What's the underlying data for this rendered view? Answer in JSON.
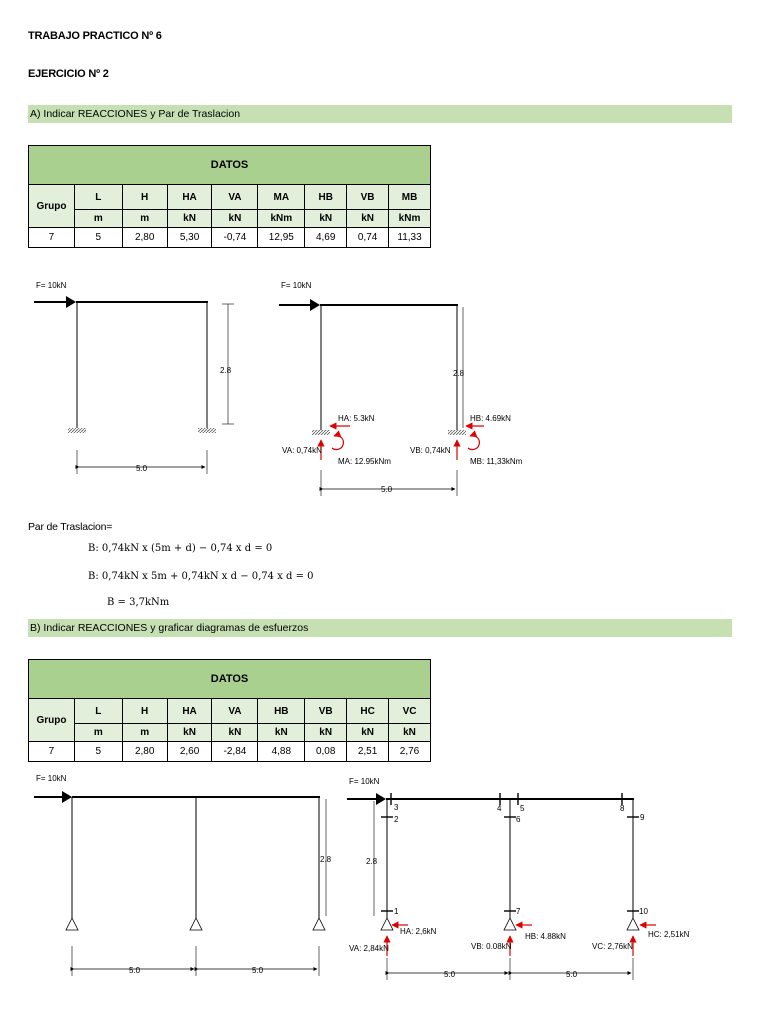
{
  "header": {
    "title": "TRABAJO PRACTICO Nº 6",
    "exercise": "EJERCICIO Nº 2"
  },
  "sectionA": {
    "band": "A) Indicar REACCIONES y Par de Traslacion",
    "table": {
      "title": "DATOS",
      "group_label": "Grupo",
      "headers": [
        "L",
        "H",
        "HA",
        "VA",
        "MA",
        "HB",
        "VB",
        "MB"
      ],
      "units": [
        "m",
        "m",
        "kN",
        "kN",
        "kNm",
        "kN",
        "kN",
        "kNm"
      ],
      "row": [
        "7",
        "5",
        "2,80",
        "5,30",
        "-0,74",
        "12,95",
        "4,69",
        "0,74",
        "11,33"
      ]
    },
    "diagram1": {
      "force": "F= 10kN",
      "height": "2.8",
      "span": "5.0"
    },
    "diagram2": {
      "force": "F= 10kN",
      "height": "2.8",
      "span": "5.0",
      "ha": "HA:  5.3kN",
      "va": "VA:  0,74kN",
      "ma": "MA: 12.95kNm",
      "hb": "HB:  4.69kN",
      "vb": "VB:  0,74kN",
      "mb": "MB: 11,33kNm"
    },
    "par_label": "Par de Traslacion=",
    "eq1": "B: 0,74kN x (5m + d) − 0,74 x d = 0",
    "eq2": "B: 0,74kN x 5m + 0,74kN x d − 0,74 x d = 0",
    "eq3": "B = 3,7kNm"
  },
  "sectionB": {
    "band": "B) Indicar REACCIONES y graficar diagramas de esfuerzos",
    "table": {
      "title": "DATOS",
      "group_label": "Grupo",
      "headers": [
        "L",
        "H",
        "HA",
        "VA",
        "HB",
        "VB",
        "HC",
        "VC"
      ],
      "units": [
        "m",
        "m",
        "kN",
        "kN",
        "kN",
        "kN",
        "kN",
        "kN"
      ],
      "row": [
        "7",
        "5",
        "2,80",
        "2,60",
        "-2,84",
        "4,88",
        "0,08",
        "2,51",
        "2,76"
      ]
    },
    "diagram3": {
      "force": "F= 10kN",
      "height": "2.8",
      "span1": "5.0",
      "span2": "5.0"
    },
    "diagram4": {
      "force": "F= 10kN",
      "height": "2.8",
      "span1": "5.0",
      "span2": "5.0",
      "ha": "HA:  2,6kN",
      "va": "VA:  2,84kN",
      "hb": "HB:  4.88kN",
      "vb": "VB:  0.08kN",
      "hc": "HC:  2,51kN",
      "vc": "VC:  2,76kN",
      "nodes": [
        "1",
        "2",
        "3",
        "4",
        "5",
        "6",
        "7",
        "8",
        "9",
        "10"
      ]
    }
  },
  "colors": {
    "band": "#c6e0b4",
    "table_header": "#a9d08e",
    "reaction": "#e00000"
  }
}
